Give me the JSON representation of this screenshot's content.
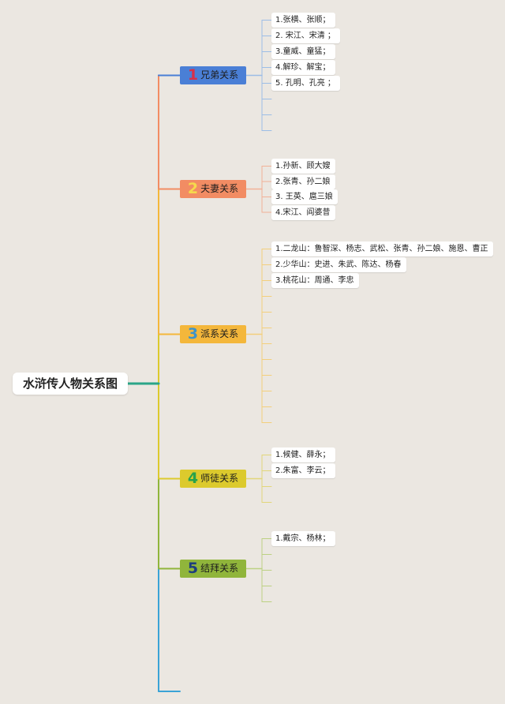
{
  "root": {
    "title": "水浒传人物关系图"
  },
  "branches": [
    {
      "number": "1",
      "label": "兄弟关系",
      "color": "#4a7fd6",
      "number_color": "#d8304a",
      "line_color": "#9cbde6",
      "items": [
        "1.张横、张顺；",
        "2. 宋江、宋清 ；",
        "3.童威、童猛；",
        "4.解珍、解宝；",
        "5. 孔明、孔亮 ；"
      ],
      "empty_slots": 3
    },
    {
      "number": "2",
      "label": "夫妻关系",
      "color": "#f28c63",
      "number_color": "#f6d94c",
      "line_color": "#f2b197",
      "items": [
        "1.孙新、顾大嫂",
        "2.张青、孙二娘",
        "3. 王英、扈三娘",
        "4.宋江、阎婆昔"
      ],
      "empty_slots": 0
    },
    {
      "number": "3",
      "label": "派系关系",
      "color": "#f4b73b",
      "number_color": "#3f93c8",
      "line_color": "#f3cf7c",
      "items": [
        "1.二龙山：鲁智深、杨志、武松、张青、孙二娘、施恩、曹正",
        "2.少华山：史进、朱武、陈达、杨春",
        "3.桃花山：周通、李忠"
      ],
      "empty_slots": 9
    },
    {
      "number": "4",
      "label": "师徒关系",
      "color": "#dcca2d",
      "number_color": "#29a24a",
      "line_color": "#e2d67a",
      "items": [
        "1.候健、薛永；",
        "2.朱富、李云；"
      ],
      "empty_slots": 2
    },
    {
      "number": "5",
      "label": "结拜关系",
      "color": "#90b53b",
      "number_color": "#1d3e7d",
      "line_color": "#bcd183",
      "items": [
        "1.戴宗、杨林；"
      ],
      "empty_slots": 4
    }
  ],
  "trunk_colors": {
    "root_link": "#2aa588",
    "spine": "#3aa3d6"
  }
}
